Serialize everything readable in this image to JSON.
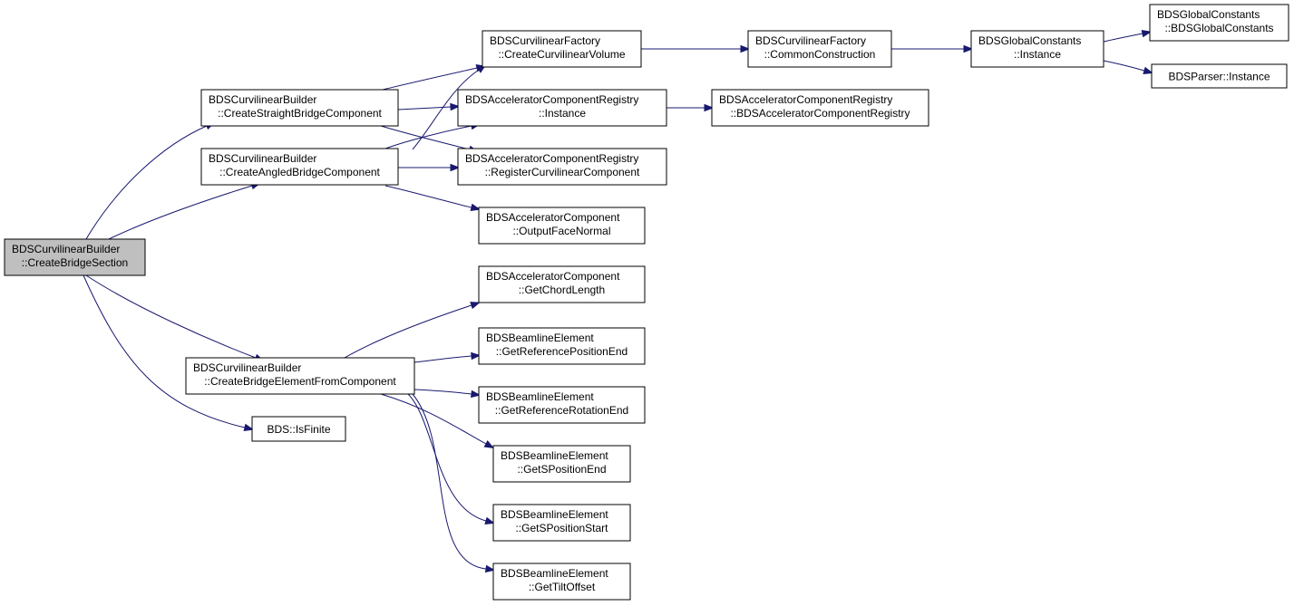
{
  "graph": {
    "colors": {
      "edge": "#191970",
      "node_border": "#000000",
      "root_fill": "#bfbfbf",
      "node_fill": "#ffffff"
    },
    "nodes": [
      {
        "id": "root",
        "lines": [
          "BDSCurvilinearBuilder",
          "::CreateBridgeSection"
        ],
        "root": true
      },
      {
        "id": "csbc",
        "lines": [
          "BDSCurvilinearBuilder",
          "::CreateStraightBridgeComponent"
        ]
      },
      {
        "id": "cabc",
        "lines": [
          "BDSCurvilinearBuilder",
          "::CreateAngledBridgeComponent"
        ]
      },
      {
        "id": "cbefc",
        "lines": [
          "BDSCurvilinearBuilder",
          "::CreateBridgeElementFromComponent"
        ]
      },
      {
        "id": "isfin",
        "lines": [
          "BDS::IsFinite"
        ]
      },
      {
        "id": "ccv",
        "lines": [
          "BDSCurvilinearFactory",
          "::CreateCurvilinearVolume"
        ]
      },
      {
        "id": "acri",
        "lines": [
          "BDSAcceleratorComponentRegistry",
          "::Instance"
        ]
      },
      {
        "id": "acrr",
        "lines": [
          "BDSAcceleratorComponentRegistry",
          "::RegisterCurvilinearComponent"
        ]
      },
      {
        "id": "ofn",
        "lines": [
          "BDSAcceleratorComponent",
          "::OutputFaceNormal"
        ]
      },
      {
        "id": "gcl",
        "lines": [
          "BDSAcceleratorComponent",
          "::GetChordLength"
        ]
      },
      {
        "id": "grpe",
        "lines": [
          "BDSBeamlineElement",
          "::GetReferencePositionEnd"
        ]
      },
      {
        "id": "grre",
        "lines": [
          "BDSBeamlineElement",
          "::GetReferenceRotationEnd"
        ]
      },
      {
        "id": "gspe",
        "lines": [
          "BDSBeamlineElement",
          "::GetSPositionEnd"
        ]
      },
      {
        "id": "gsps",
        "lines": [
          "BDSBeamlineElement",
          "::GetSPositionStart"
        ]
      },
      {
        "id": "gto",
        "lines": [
          "BDSBeamlineElement",
          "::GetTiltOffset"
        ]
      },
      {
        "id": "cfcc",
        "lines": [
          "BDSCurvilinearFactory",
          "::CommonConstruction"
        ]
      },
      {
        "id": "acrctor",
        "lines": [
          "BDSAcceleratorComponentRegistry",
          "::BDSAcceleratorComponentRegistry"
        ]
      },
      {
        "id": "gci",
        "lines": [
          "BDSGlobalConstants",
          "::Instance"
        ]
      },
      {
        "id": "gcctor",
        "lines": [
          "BDSGlobalConstants",
          "::BDSGlobalConstants"
        ]
      },
      {
        "id": "pi",
        "lines": [
          "BDSParser::Instance"
        ]
      }
    ],
    "edges": [
      {
        "from": "root",
        "to": "csbc"
      },
      {
        "from": "root",
        "to": "cabc"
      },
      {
        "from": "root",
        "to": "cbefc"
      },
      {
        "from": "root",
        "to": "isfin"
      },
      {
        "from": "csbc",
        "to": "ccv"
      },
      {
        "from": "csbc",
        "to": "acri"
      },
      {
        "from": "csbc",
        "to": "acrr"
      },
      {
        "from": "cabc",
        "to": "ccv"
      },
      {
        "from": "cabc",
        "to": "acri"
      },
      {
        "from": "cabc",
        "to": "acrr"
      },
      {
        "from": "cabc",
        "to": "ofn"
      },
      {
        "from": "cbefc",
        "to": "gcl"
      },
      {
        "from": "cbefc",
        "to": "grpe"
      },
      {
        "from": "cbefc",
        "to": "grre"
      },
      {
        "from": "cbefc",
        "to": "gspe"
      },
      {
        "from": "cbefc",
        "to": "gsps"
      },
      {
        "from": "cbefc",
        "to": "gto"
      },
      {
        "from": "ccv",
        "to": "cfcc"
      },
      {
        "from": "acri",
        "to": "acrctor"
      },
      {
        "from": "cfcc",
        "to": "gci"
      },
      {
        "from": "gci",
        "to": "gcctor"
      },
      {
        "from": "gci",
        "to": "pi"
      }
    ]
  }
}
